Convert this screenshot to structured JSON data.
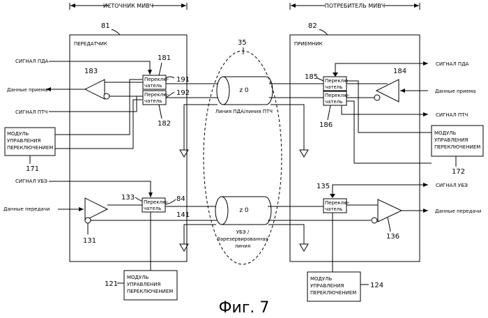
{
  "headers": {
    "source": "ИСТОЧНИК МИВЧ",
    "sink": "ПОТРЕБИТЕЛЬ МИВЧ"
  },
  "refs": {
    "r81": "81",
    "r82": "82",
    "r35": "35",
    "r181": "181",
    "r182": "182",
    "r183": "183",
    "r184": "184",
    "r185": "185",
    "r186": "186",
    "r191": "191",
    "r192": "192",
    "r171": "171",
    "r172": "172",
    "r133": "133",
    "r84": "84",
    "r141": "141",
    "r131": "131",
    "r135": "135",
    "r136": "136",
    "r121": "121",
    "r124": "124"
  },
  "blocks": {
    "transmitter": "ПЕРЕДАТЧИК",
    "receiver": "ПРИЕМНИК"
  },
  "switch": {
    "line1": "Переклю-",
    "line2": "чатель"
  },
  "signals": {
    "pda": "СИГНАЛ ПДА",
    "ptch": "СИГНАЛ ПТЧ",
    "ube": "СИГНАЛ УБЭ",
    "rx_data": "Данные приема",
    "tx_data": "Данные передачи"
  },
  "control_module": {
    "line1": "МОДУЛЬ",
    "line2": "УПРАВЛЕНИЯ",
    "line3": "ПЕРЕКЛЮЧЕНИЕМ"
  },
  "cable": {
    "z0": "z 0",
    "upper_label": "Линия ПДА/линия ПТЧ",
    "lower_line1": "УБЭ /",
    "lower_line2": "Зарезервированная",
    "lower_line3": "линия"
  },
  "caption": "Фиг. 7"
}
